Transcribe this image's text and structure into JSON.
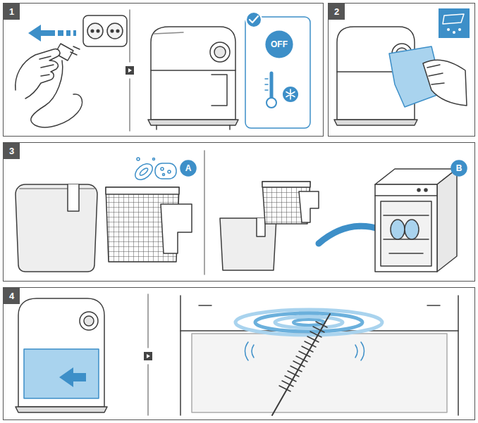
{
  "diagram": {
    "nodes": [
      {
        "text": [
          "1"
        ]
      },
      {
        "text": [
          "OFF"
        ],
        "in": 0
      },
      {
        "text": [
          "2"
        ]
      },
      {
        "text": [
          "3"
        ]
      },
      {
        "text": [
          "A"
        ],
        "in": 3
      },
      {
        "text": [
          "B"
        ],
        "in": 3
      },
      {
        "text": [
          "4"
        ]
      }
    ]
  }
}
